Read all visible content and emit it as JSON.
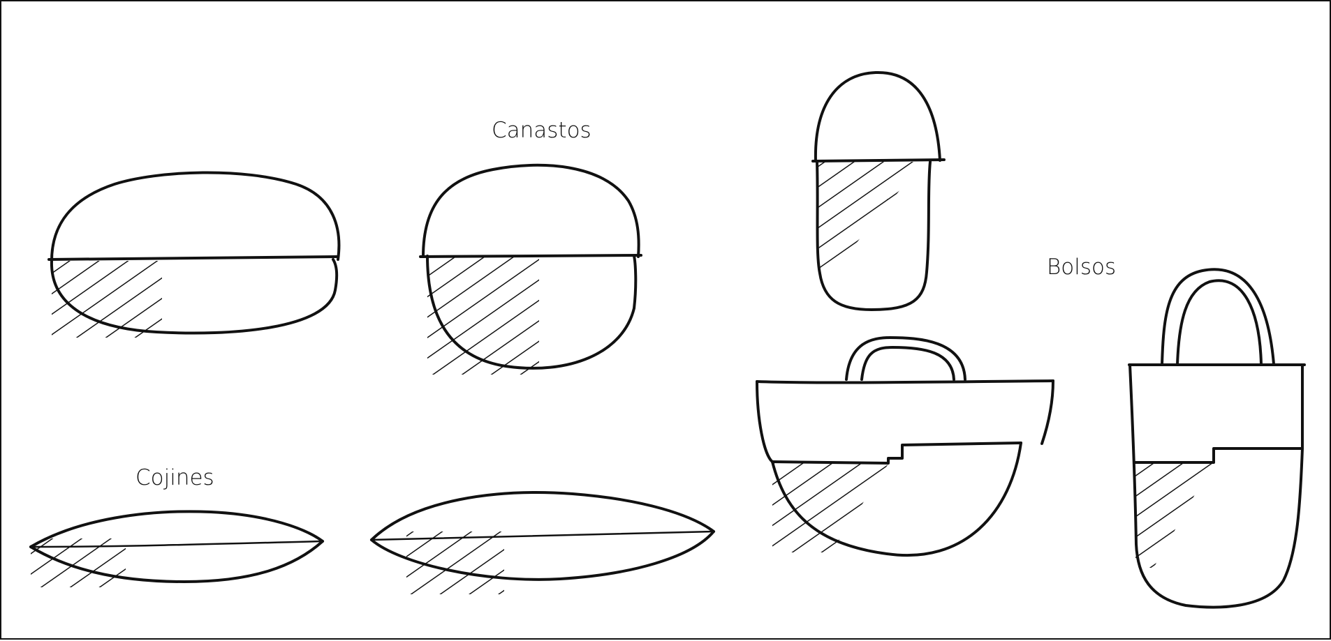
{
  "labels": {
    "canastos": "Canastos",
    "bolsos": "Bolsos",
    "cojines": "Cojines"
  },
  "colors": {
    "ink": "#111111",
    "paper": "#ffffff"
  }
}
